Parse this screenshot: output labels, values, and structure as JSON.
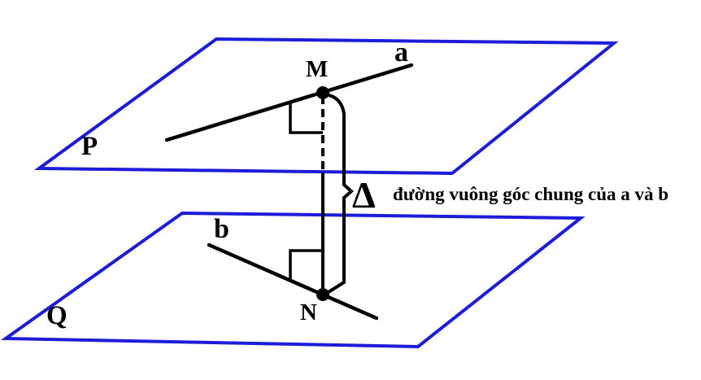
{
  "colors": {
    "plane_edge": "#1C1CD9",
    "ink": "#000000",
    "background": "#FFFFFF"
  },
  "labels": {
    "plane_p": "P",
    "plane_q": "Q",
    "point_m": "M",
    "point_n": "N",
    "line_a": "a",
    "line_b": "b",
    "delta": "Δ",
    "caption": "đường vuông góc chung của a và b"
  }
}
